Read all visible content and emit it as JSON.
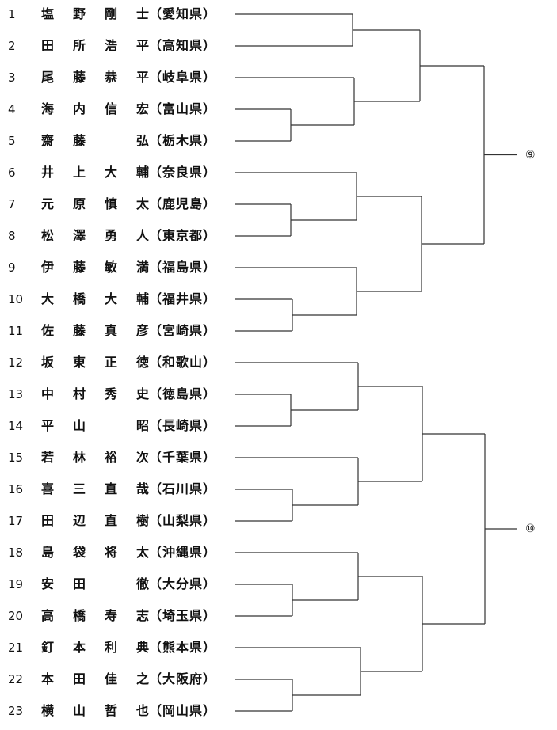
{
  "entries": [
    {
      "num": "1",
      "name": [
        "塩",
        "野",
        "剛",
        "士"
      ],
      "pref": "（愛知県）"
    },
    {
      "num": "2",
      "name": [
        "田",
        "所",
        "浩",
        "平"
      ],
      "pref": "（高知県）"
    },
    {
      "num": "3",
      "name": [
        "尾",
        "藤",
        "恭",
        "平"
      ],
      "pref": "（岐阜県）"
    },
    {
      "num": "4",
      "name": [
        "海",
        "内",
        "信",
        "宏"
      ],
      "pref": "（富山県）"
    },
    {
      "num": "5",
      "name": [
        "齋",
        "藤",
        "",
        "弘"
      ],
      "pref": "（栃木県）"
    },
    {
      "num": "6",
      "name": [
        "井",
        "上",
        "大",
        "輔"
      ],
      "pref": "（奈良県）"
    },
    {
      "num": "7",
      "name": [
        "元",
        "原",
        "慎",
        "太"
      ],
      "pref": "（鹿児島）"
    },
    {
      "num": "8",
      "name": [
        "松",
        "澤",
        "勇",
        "人"
      ],
      "pref": "（東京都）"
    },
    {
      "num": "9",
      "name": [
        "伊",
        "藤",
        "敏",
        "満"
      ],
      "pref": "（福島県）"
    },
    {
      "num": "10",
      "name": [
        "大",
        "橋",
        "大",
        "輔"
      ],
      "pref": "（福井県）"
    },
    {
      "num": "11",
      "name": [
        "佐",
        "藤",
        "真",
        "彦"
      ],
      "pref": "（宮崎県）"
    },
    {
      "num": "12",
      "name": [
        "坂",
        "東",
        "正",
        "徳"
      ],
      "pref": "（和歌山）"
    },
    {
      "num": "13",
      "name": [
        "中",
        "村",
        "秀",
        "史"
      ],
      "pref": "（徳島県）"
    },
    {
      "num": "14",
      "name": [
        "平",
        "山",
        "",
        "昭"
      ],
      "pref": "（長崎県）"
    },
    {
      "num": "15",
      "name": [
        "若",
        "林",
        "裕",
        "次"
      ],
      "pref": "（千葉県）"
    },
    {
      "num": "16",
      "name": [
        "喜",
        "三",
        "直",
        "哉"
      ],
      "pref": "（石川県）"
    },
    {
      "num": "17",
      "name": [
        "田",
        "辺",
        "直",
        "樹"
      ],
      "pref": "（山梨県）"
    },
    {
      "num": "18",
      "name": [
        "島",
        "袋",
        "将",
        "太"
      ],
      "pref": "（沖縄県）"
    },
    {
      "num": "19",
      "name": [
        "安",
        "田",
        "",
        "徹"
      ],
      "pref": "（大分県）"
    },
    {
      "num": "20",
      "name": [
        "高",
        "橋",
        "寿",
        "志"
      ],
      "pref": "（埼玉県）"
    },
    {
      "num": "21",
      "name": [
        "釘",
        "本",
        "利",
        "典"
      ],
      "pref": "（熊本県）"
    },
    {
      "num": "22",
      "name": [
        "本",
        "田",
        "佳",
        "之"
      ],
      "pref": "（大阪府）"
    },
    {
      "num": "23",
      "name": [
        "横",
        "山",
        "哲",
        "也"
      ],
      "pref": "（岡山県）"
    }
  ],
  "results": [
    {
      "label": "⑨"
    },
    {
      "label": "⑩"
    }
  ]
}
